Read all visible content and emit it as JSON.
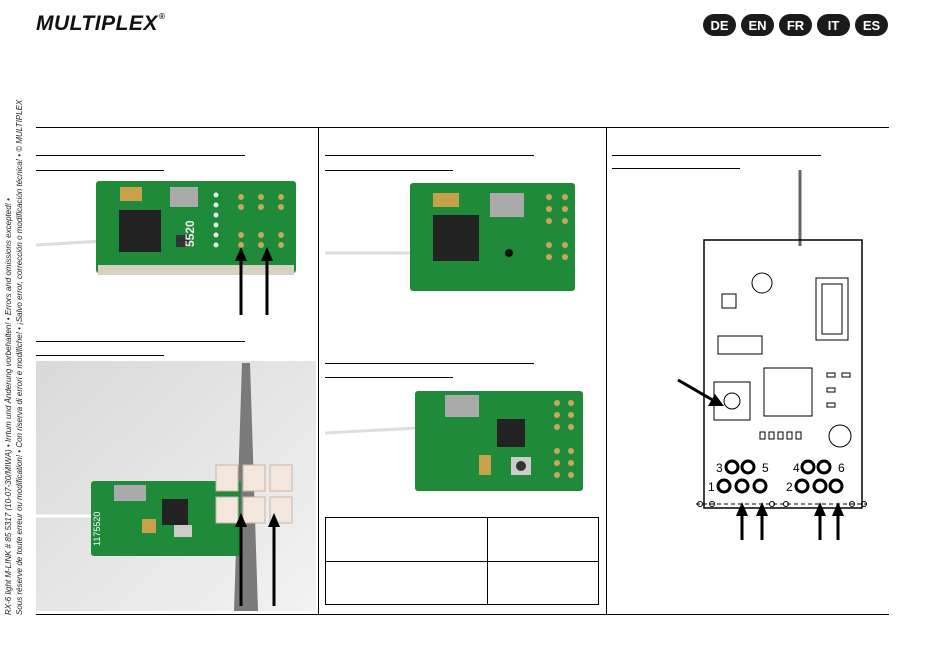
{
  "header": {
    "brand": "MULTIPLEX",
    "brand_mark": "®",
    "languages": [
      "DE",
      "EN",
      "FR",
      "IT",
      "ES"
    ]
  },
  "side_note": {
    "line1": "RX-6 light M-LINK # 85 5317 (10-07-30/MIWA)  •  Irrtum und Änderung vorbehalten!  •  Errors and omissions excepted!  •",
    "line2": "Sous réserve de toute erreur ou modification!  •  Con riserva di errori e modifiche!  •  ¡Salvo error, corrección o modificación técnica!  •  © MULTIPLEX"
  },
  "figures": {
    "board_label": "5520",
    "board_serial": "1175520",
    "pin_numbers_top": [
      "3",
      "5",
      "4",
      "6"
    ],
    "pin_numbers_bottom": [
      "1",
      "2"
    ]
  }
}
